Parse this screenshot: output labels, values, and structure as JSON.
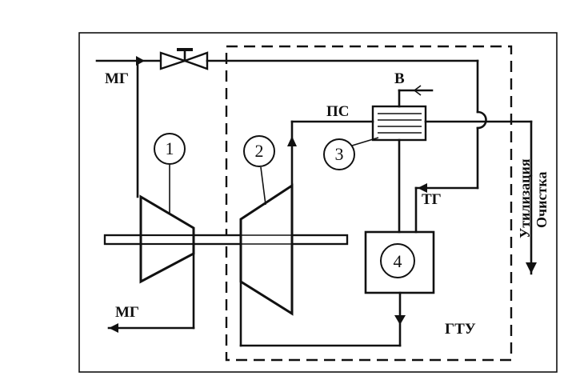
{
  "labels": {
    "mg_in": "МГ",
    "mg_out": "МГ",
    "ps": "ПС",
    "v": "В",
    "tg": "ТГ",
    "gtu": "ГТУ",
    "utilization": "Утилизация",
    "cleaning": "Очистка"
  },
  "callouts": {
    "c1": "1",
    "c2": "2",
    "c3": "3",
    "c4": "4"
  }
}
